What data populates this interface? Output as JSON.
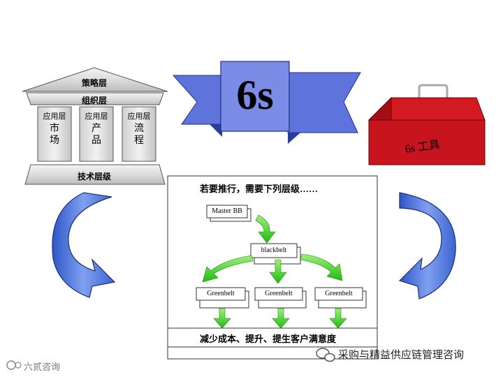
{
  "temple": {
    "roof_label": "策略层",
    "org_label": "组织层",
    "pillars": [
      {
        "header": "应用层",
        "body": "市\n场"
      },
      {
        "header": "应用层",
        "body": "产\n品"
      },
      {
        "header": "应用层",
        "body": "流\n程"
      }
    ],
    "base_label": "技术层级"
  },
  "banner": {
    "title": "6s"
  },
  "toolbox": {
    "label": "6s 工具"
  },
  "hierarchy": {
    "title": "若要推行，需要下列层级……",
    "master": "Master BB",
    "blackbelt": "blackbelt",
    "greenbelts": [
      "Greenbelt",
      "Greenbelt",
      "Greenbelt"
    ],
    "footer": "减少成本、提升、提生客户满意度"
  },
  "watermarks": {
    "left": "六贰咨询",
    "right": "采购与精益供应链管理咨询"
  },
  "colors": {
    "banner_blue": "#6e7fe0",
    "toolbox_red": "#c8141c",
    "arrow_green": "#33cc22",
    "curve_blue": "#4b73d6"
  }
}
